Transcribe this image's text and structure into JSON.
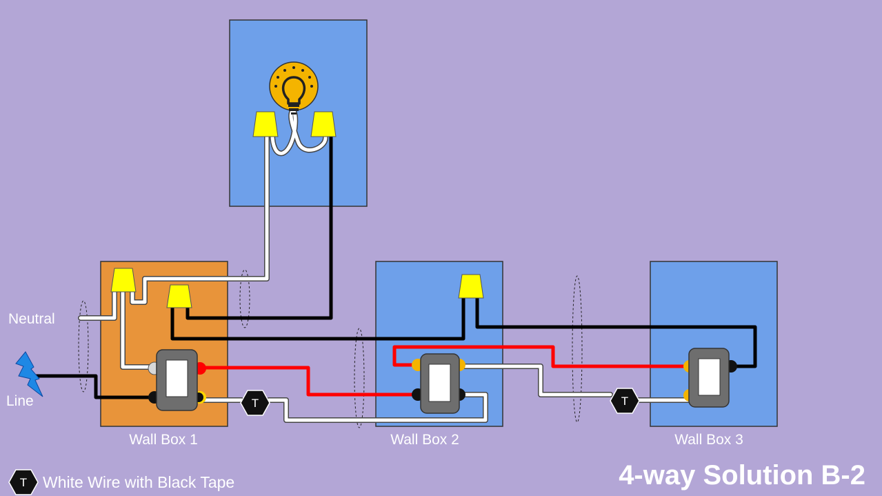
{
  "title": "4-way Solution B-2",
  "labels": {
    "neutral": "Neutral",
    "line": "Line",
    "wall_box_1": "Wall Box 1",
    "wall_box_2": "Wall Box 2",
    "wall_box_3": "Wall Box 3"
  },
  "tape_marker": "T",
  "legend": {
    "symbol": "T",
    "text": "White Wire with Black Tape"
  },
  "colors": {
    "background": "#b3a6d6",
    "light_box": "#6ea0ea",
    "wall_box_1": "#e8943a",
    "wall_box_2": "#6ea0ea",
    "wall_box_3": "#6ea0ea",
    "hot_wire": "#000000",
    "neutral_wire": "#ffffff",
    "traveler_wire": "#ff0000",
    "wire_nut": "#ffff00",
    "bulb": "#f4b400",
    "line_bolt": "#1e88e5"
  },
  "icons": [
    "light-bulb-icon",
    "lightning-bolt-icon",
    "wire-nut-icon",
    "switch-icon",
    "tape-marker-icon"
  ]
}
